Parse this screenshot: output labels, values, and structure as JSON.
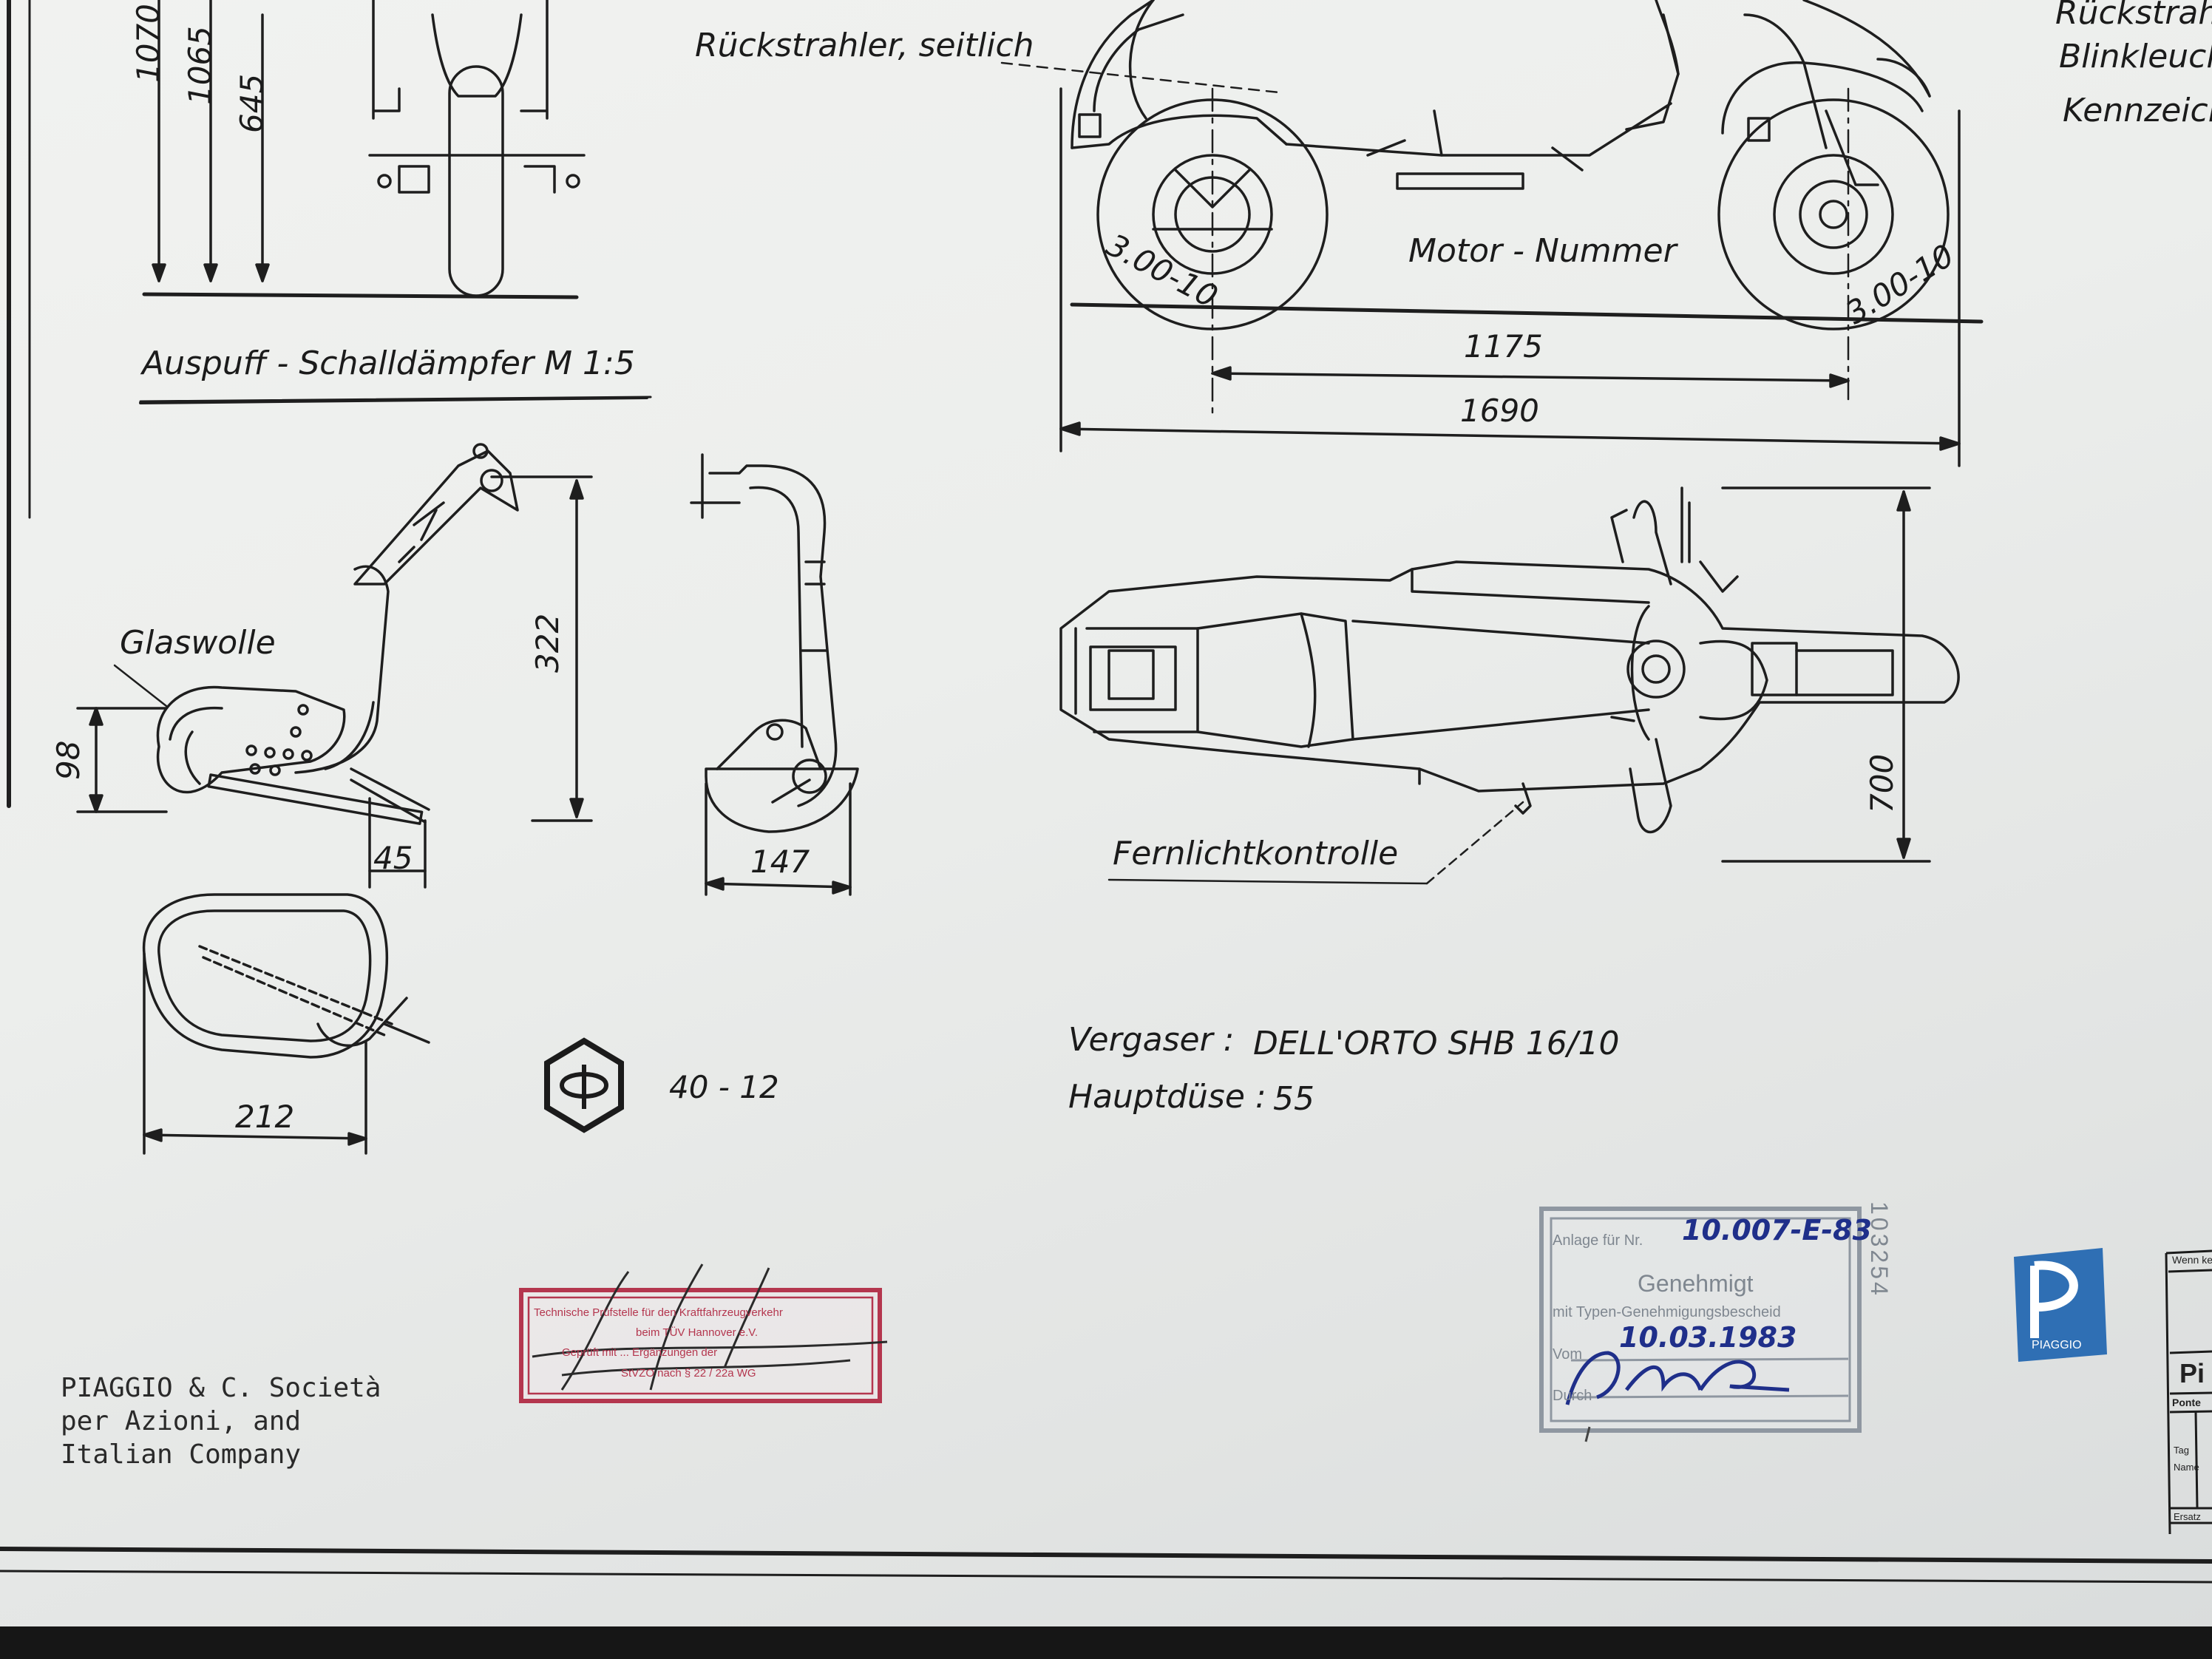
{
  "labels": {
    "rueckstrahler_seitlich": "Rückstrahler, seitlich",
    "rueckstrahler_right": "Rückstrahl",
    "blinkleuchte": "Blinkleucht",
    "kennzeichen": "Kennzeiche",
    "motor_nummer": "Motor - Nummer",
    "tire_rear": "3.00-10",
    "tire_front": "3.00-10",
    "auspuff": "Auspuff - Schalldämpfer  M 1:5",
    "glaswolle": "Glaswolle",
    "fernlicht": "Fernlichtkontrolle"
  },
  "dimensions": {
    "h1070": "1070",
    "h1065": "1065",
    "h645": "645",
    "d1175": "1175",
    "d1690": "1690",
    "d322": "322",
    "d98": "98",
    "d45": "45",
    "d147": "147",
    "d212": "212",
    "d700": "700"
  },
  "specs": {
    "vergaser_label": "Vergaser :",
    "vergaser_value": "DELL'ORTO SHB 16/10",
    "hauptduese_label": "Hauptdüse :",
    "hauptduese_value": "55"
  },
  "logo": {
    "code": "40 - 12"
  },
  "company": {
    "line1": "PIAGGIO & C. Società",
    "line2": "per Azioni, and",
    "line3": "Italian Company"
  },
  "stamp_red": {
    "line1": "Technische Prüfstelle für den Kraftfahrzeugverkehr",
    "line2": "beim TÜV Hannover e.V.",
    "line3": "Geprüft mit ... Ergänzungen der",
    "line4": "StVZO nach § 22 / 22a WG"
  },
  "stamp_approval": {
    "anlage": "Anlage für Nr.",
    "handwritten_ref": "10.007-E-83",
    "genehmigt": "Genehmigt",
    "bescheid": "mit Typen-Genehmigungsbescheid",
    "vom": "Vom",
    "date": "10.03.1983",
    "durch": "Durch"
  },
  "serial": "103254",
  "piaggio_badge": "PIAGGIO",
  "title_block": {
    "header": "Wenn kein",
    "partial": "Pi",
    "row1": "Ponte",
    "row2": "Tag",
    "row3": "Name",
    "row4": "Ersatz"
  },
  "colors": {
    "ink": "#1b1b1b",
    "stamp_red": "#b4364e",
    "ballpoint_blue": "#1f2f8a",
    "piaggio_blue": "#2f6fb4",
    "stamp_gray": "#7f8790"
  }
}
